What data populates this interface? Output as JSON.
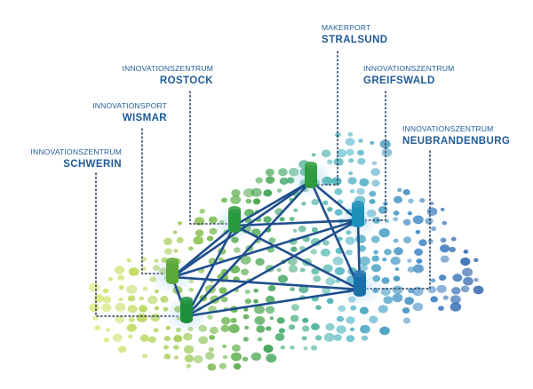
{
  "nodes": [
    {
      "id": "schwerin",
      "kind": "INNOVATIONSZENTRUM",
      "city": "SCHWERIN",
      "color": "#1e8f3a"
    },
    {
      "id": "wismar",
      "kind": "INNOVATIONSPORT",
      "city": "WISMAR",
      "color": "#5aa838"
    },
    {
      "id": "rostock",
      "kind": "INNOVATIONSZENTRUM",
      "city": "ROSTOCK",
      "color": "#2a9a3e"
    },
    {
      "id": "stralsund",
      "kind": "MAKERPORT",
      "city": "STRALSUND",
      "color": "#2e9c3c"
    },
    {
      "id": "greifswald",
      "kind": "INNOVATIONSZENTRUM",
      "city": "GREIFSWALD",
      "color": "#1b8fb8"
    },
    {
      "id": "neubrandenburg",
      "kind": "INNOVATIONSZENTRUM",
      "city": "NEUBRANDENBURG",
      "color": "#1b6fa8"
    }
  ],
  "colors": {
    "label": "#1f5b97",
    "network": "#1f4f8c",
    "leader": "#2b3f5c"
  }
}
